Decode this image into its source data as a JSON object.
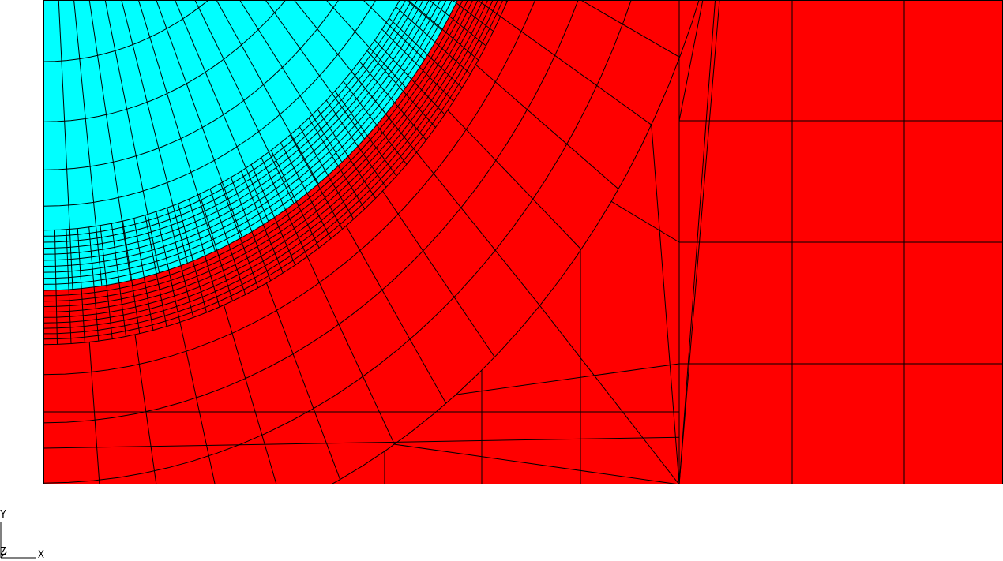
{
  "viewport": {
    "background_color": "#ffffff",
    "materials": [
      {
        "id": "inclusion",
        "color": "#00ffff"
      },
      {
        "id": "matrix",
        "color": "#ff0000"
      }
    ],
    "edge_color": "#000000"
  },
  "triad": {
    "x_label": "X",
    "y_label": "Y",
    "z_label": "Z"
  }
}
